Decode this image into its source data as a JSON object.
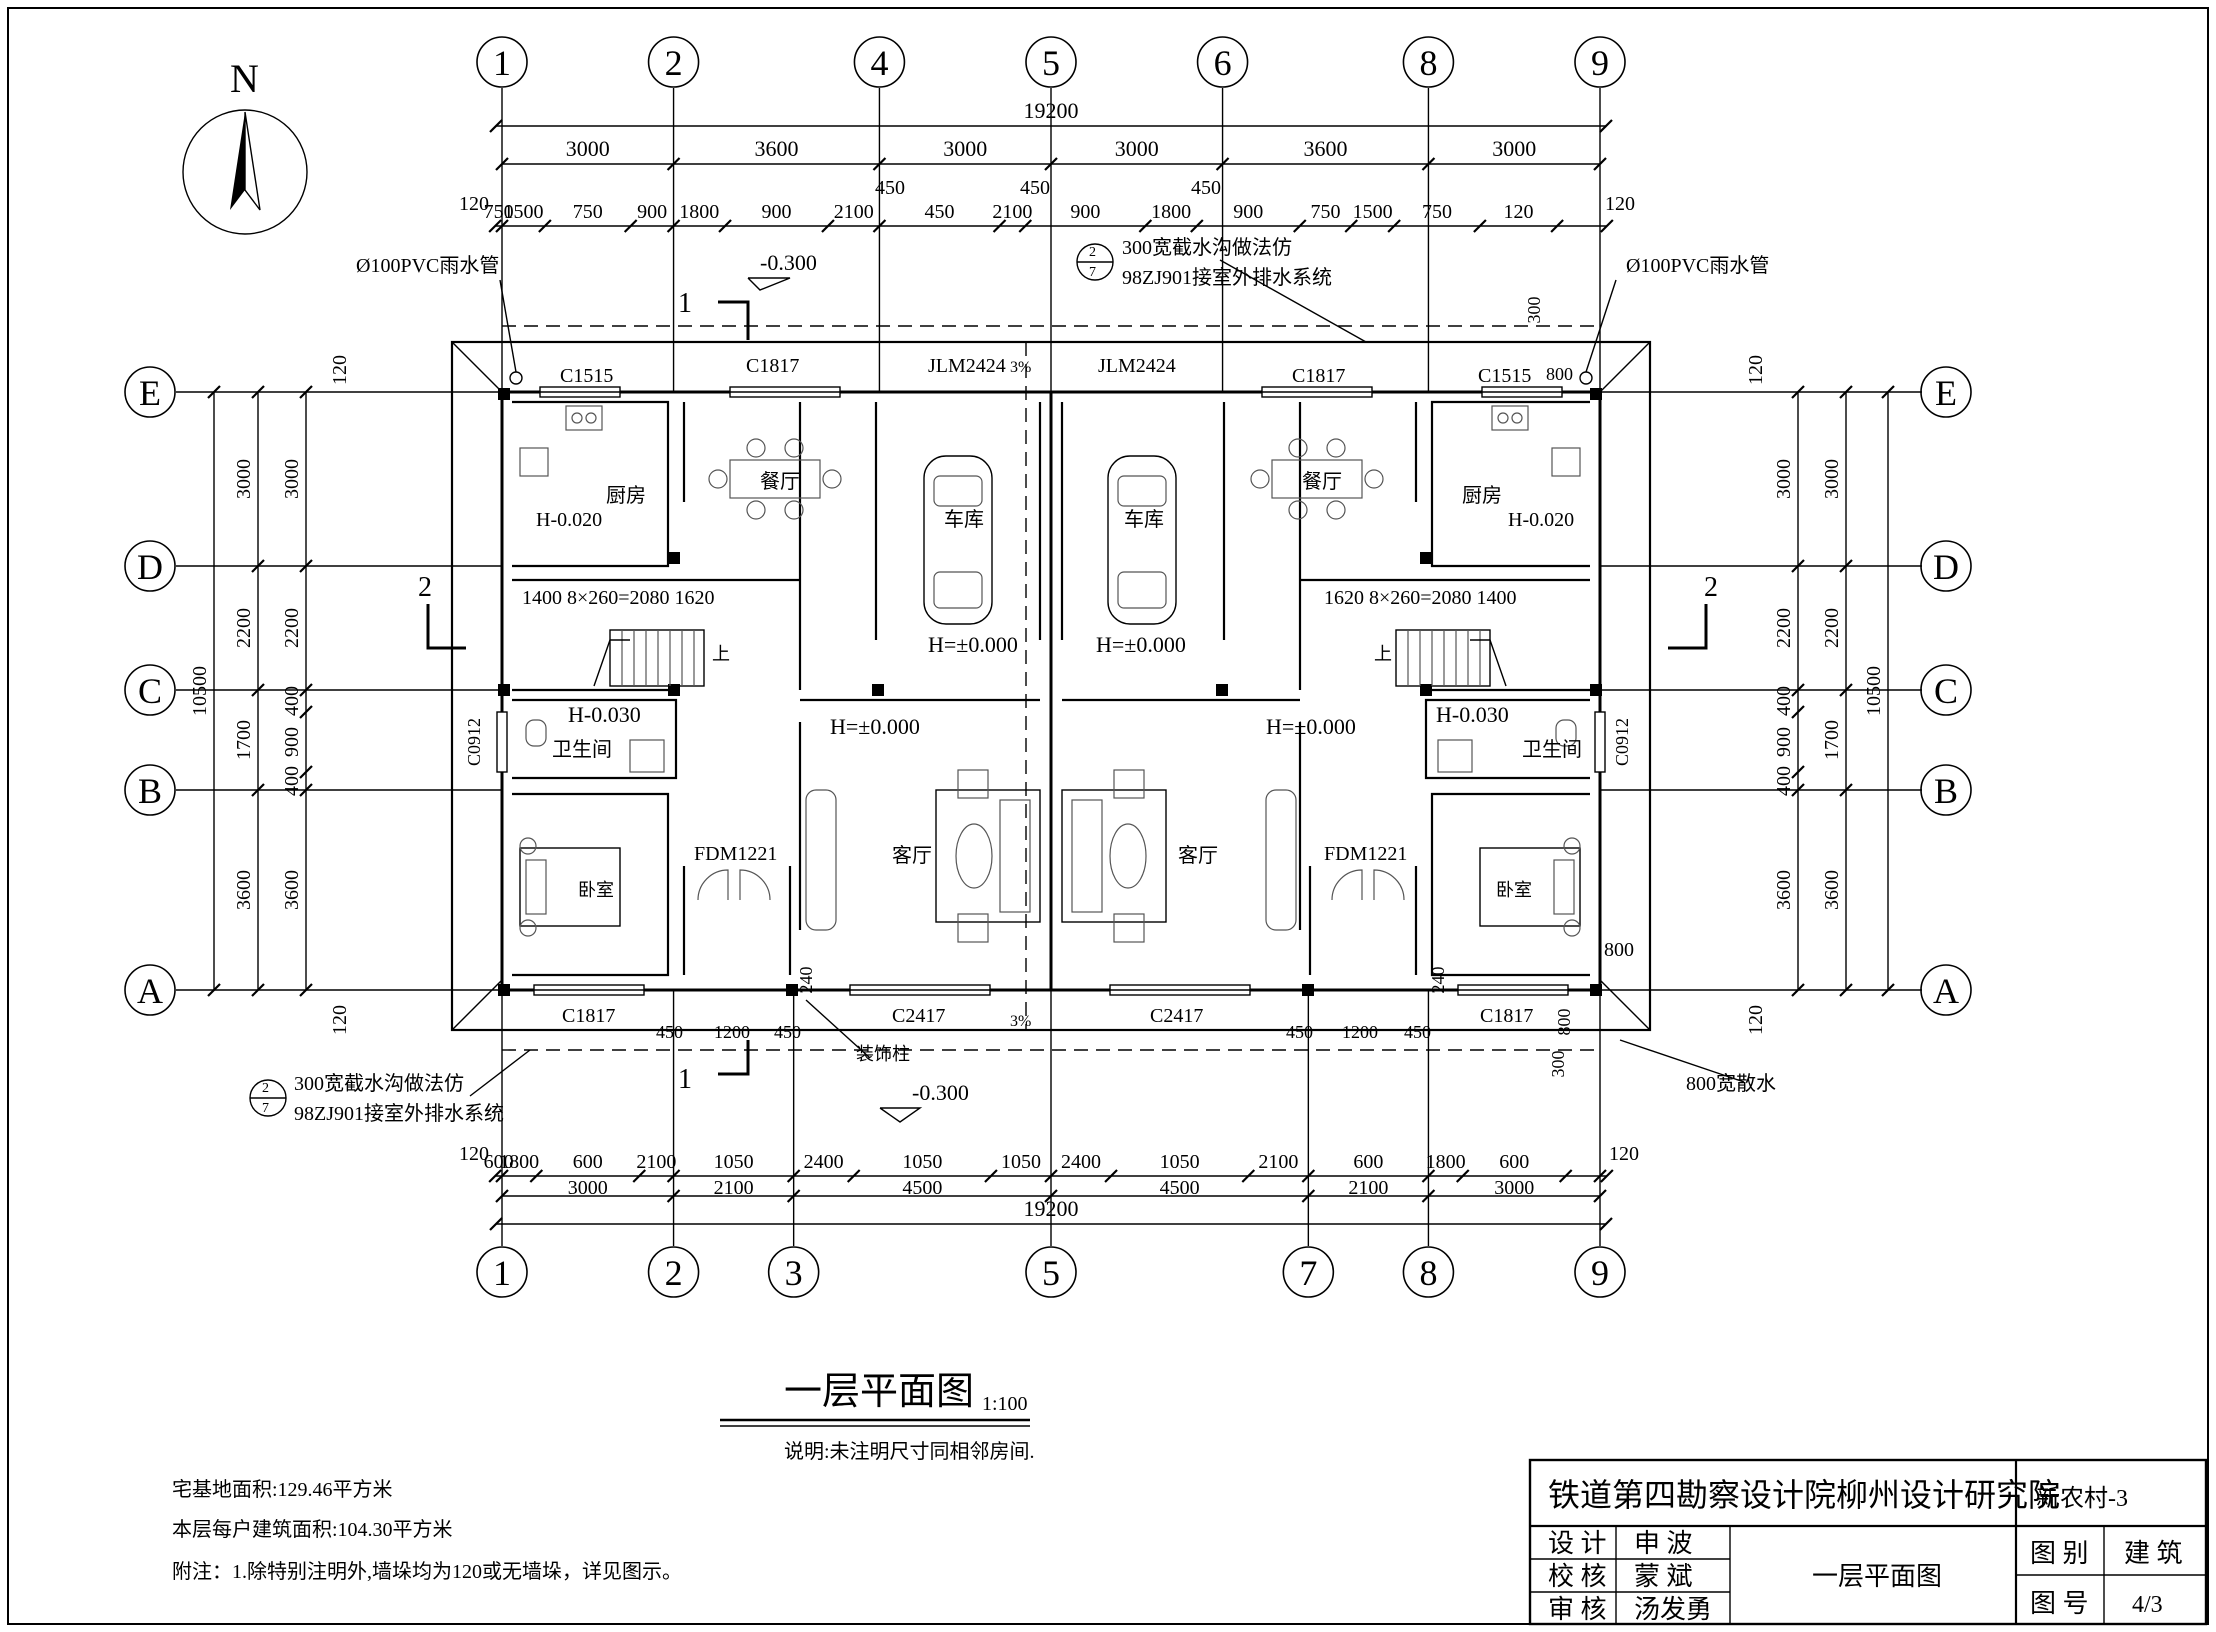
{
  "north": "N",
  "grid_top": [
    "1",
    "2",
    "4",
    "5",
    "6",
    "8",
    "9"
  ],
  "grid_bottom": [
    "1",
    "2",
    "3",
    "5",
    "7",
    "8",
    "9"
  ],
  "grid_left": [
    "E",
    "D",
    "C",
    "B",
    "A"
  ],
  "grid_right": [
    "E",
    "D",
    "C",
    "B",
    "A"
  ],
  "dims_top": {
    "total": "19200",
    "row2": [
      "3000",
      "3600",
      "3000",
      "3000",
      "3600",
      "3000"
    ],
    "col_offsets": [
      "450",
      "450",
      "450"
    ],
    "row3": [
      "120",
      "750",
      "1500",
      "750",
      "900",
      "1800",
      "900",
      "2100",
      "450",
      "2100",
      "900",
      "1800",
      "900",
      "750",
      "1500",
      "750",
      "120"
    ]
  },
  "dims_bottom": {
    "row1": [
      "120",
      "600",
      "1800",
      "600",
      "2100",
      "1050",
      "2400",
      "1050",
      "1050",
      "2400",
      "1050",
      "2100",
      "600",
      "1800",
      "600",
      "120"
    ],
    "row2": [
      "3000",
      "2100",
      "4500",
      "4500",
      "2100",
      "3000"
    ],
    "total": "19200"
  },
  "dims_side": {
    "left_a": [
      "3000",
      "2200",
      "1700",
      "3600"
    ],
    "left_b": [
      "3000",
      "2200",
      "400",
      "900",
      "400",
      "3600"
    ],
    "total": "10500",
    "edge": [
      "120",
      "120"
    ]
  },
  "labels": {
    "rain_pipe": "Ø100PVC雨水管",
    "ditch_1": "300宽截水沟做法仿",
    "ditch_2": "98ZJ901接室外排水系统",
    "detail_top": "2",
    "detail_bot": "7",
    "level_outdoor": "-0.300",
    "level_zero": "H=±0.000",
    "level_kitchen": "H-0.020",
    "level_bath": "H-0.030",
    "slope": "3%",
    "c1515": "C1515",
    "c1817": "C1817",
    "c2417": "C2417",
    "c0912": "C0912",
    "jlm2424": "JLM2424",
    "fdm1221": "FDM1221",
    "stair_l": "1400  8×260=2080  1620",
    "stair_r": "1620  8×260=2080  1400",
    "up": "上",
    "kitchen": "厨房",
    "dining": "餐厅",
    "garage": "车库",
    "bath": "卫生间",
    "living": "客厅",
    "bedroom": "卧室",
    "deco_column": "装饰柱",
    "apron": "800宽散水",
    "d800": "800",
    "d300": "300",
    "d240": "240",
    "d450": "450",
    "d1200": "1200",
    "sec1": "1",
    "sec2": "2"
  },
  "title": {
    "text": "一层平面图",
    "scale": "1:100",
    "note": "说明:未注明尺寸同相邻房间."
  },
  "notes": {
    "site_area": "宅基地面积:129.46平方米",
    "floor_area": "本层每户建筑面积:104.30平方米",
    "remark": "附注：1.除特别注明外,墙垛均为120或无墙垛，详见图示。"
  },
  "titleblock": {
    "institute": "铁道第四勘察设计院柳州设计研究院",
    "project": "新农村-3",
    "design_role": "设  计",
    "design_name": "申  波",
    "check_role": "校  核",
    "check_name": "蒙  斌",
    "review_role": "审  核",
    "review_name": "汤发勇",
    "drawing_name": "一层平面图",
    "category_label": "图  别",
    "category_value": "建  筑",
    "number_label": "图  号",
    "number_value": "4/3"
  }
}
